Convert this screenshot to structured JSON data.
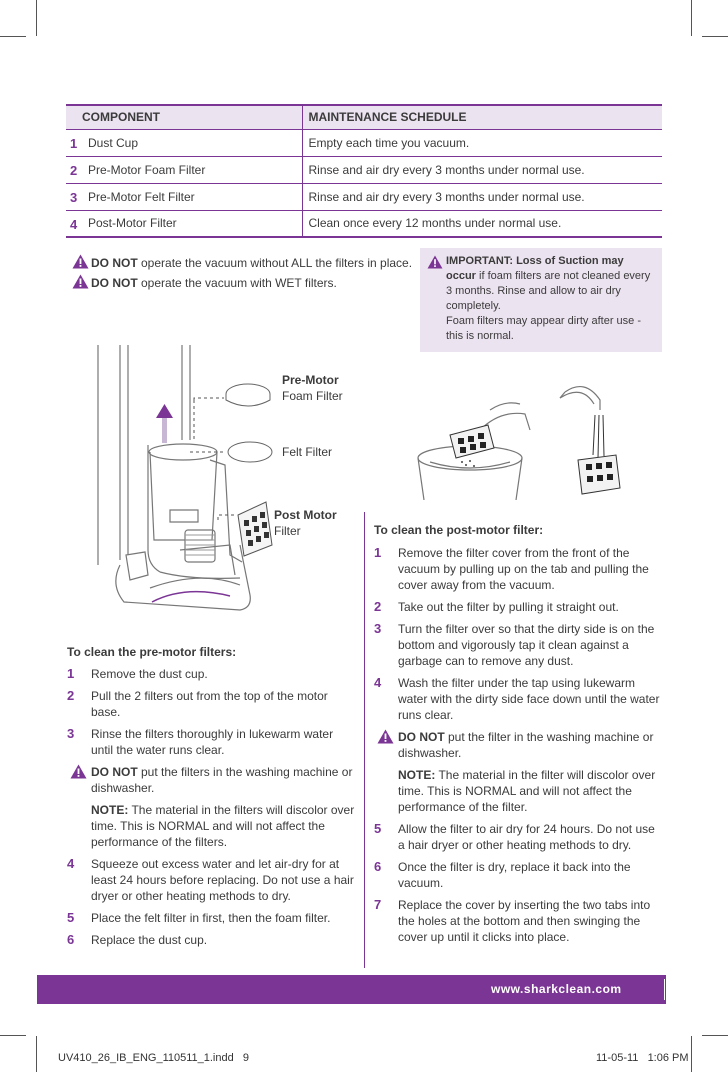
{
  "table": {
    "headers": [
      "COMPONENT",
      "MAINTENANCE SCHEDULE"
    ],
    "rows": [
      {
        "num": "1",
        "component": "Dust Cup",
        "schedule": "Empty each time you vacuum."
      },
      {
        "num": "2",
        "component": "Pre-Motor Foam Filter",
        "schedule": "Rinse and air dry every 3 months under normal use."
      },
      {
        "num": "3",
        "component": "Pre-Motor Felt Filter",
        "schedule": "Rinse and air dry every 3 months under normal use."
      },
      {
        "num": "4",
        "component": "Post-Motor Filter",
        "schedule": "Clean once every 12 months under normal use."
      }
    ]
  },
  "warnings": {
    "w1_bold": "DO NOT",
    "w1_text": " operate the vacuum without ALL the filters in place.",
    "w2_bold": "DO NOT",
    "w2_text": " operate the vacuum with WET filters."
  },
  "important": {
    "bold": "IMPORTANT: Loss of Suction may occur",
    "line1": " if foam filters are not cleaned every 3 months. Rinse and allow to air dry completely.",
    "line2": "Foam filters may appear dirty after use - this is normal."
  },
  "diagram_labels": {
    "pre_motor_1": "Pre-Motor",
    "pre_motor_2": "Foam Filter",
    "felt": "Felt Filter",
    "post_motor_1": "Post Motor",
    "post_motor_2": "Filter"
  },
  "pre_motor": {
    "title": "To clean the pre-motor filters:",
    "steps_a": [
      {
        "num": "1",
        "text": "Remove the dust cup."
      },
      {
        "num": "2",
        "text": "Pull the 2 filters out from the top of the motor base."
      },
      {
        "num": "3",
        "text": "Rinse the filters thoroughly in lukewarm water until the water runs clear."
      }
    ],
    "warn_bold": "DO NOT",
    "warn_text": " put the filters in the washing machine or dishwasher.",
    "note_bold": "NOTE:",
    "note_text": " The material in the filters will discolor over time. This is NORMAL and will not affect the performance of the filters.",
    "steps_b": [
      {
        "num": "4",
        "text": "Squeeze out excess water and let air-dry for at least 24 hours before replacing. Do not use a hair dryer or other heating methods to dry."
      },
      {
        "num": "5",
        "text": "Place the felt filter in first, then the foam filter."
      },
      {
        "num": "6",
        "text": "Replace the dust cup."
      }
    ]
  },
  "post_motor": {
    "title": "To clean the post-motor filter:",
    "steps_a": [
      {
        "num": "1",
        "text": "Remove the filter cover from the front of the vacuum by pulling up on the tab and pulling the cover away from the vacuum."
      },
      {
        "num": "2",
        "text": "Take out the filter by pulling it straight out."
      },
      {
        "num": "3",
        "text": "Turn the filter over so that the dirty side is on the bottom and vigorously tap it clean against a garbage can to remove any dust."
      },
      {
        "num": "4",
        "text": "Wash the filter under the tap using lukewarm water with the dirty side face down until the water runs clear."
      }
    ],
    "warn_bold": "DO NOT",
    "warn_text": " put the filter in the washing machine or dishwasher.",
    "note_bold": "NOTE:",
    "note_text": " The material in the filter will discolor over time. This is NORMAL and will not affect the performance of the filter.",
    "steps_b": [
      {
        "num": "5",
        "text": "Allow the filter to air dry for 24 hours. Do not use a hair dryer or other heating methods to dry."
      },
      {
        "num": "6",
        "text": "Once the filter is dry, replace it back into the vacuum."
      },
      {
        "num": "7",
        "text": "Replace the cover by inserting the two tabs into the holes at the bottom and then swinging the cover up until it clicks into place."
      }
    ]
  },
  "footer": {
    "url": "www.sharkclean.com",
    "page": "9"
  },
  "slug": {
    "file": "UV410_26_IB_ENG_110511_1.indd   9",
    "date": "11-05-11   1:06 PM"
  },
  "colors": {
    "accent": "#7b3595",
    "accent_light": "#ece3f0"
  }
}
